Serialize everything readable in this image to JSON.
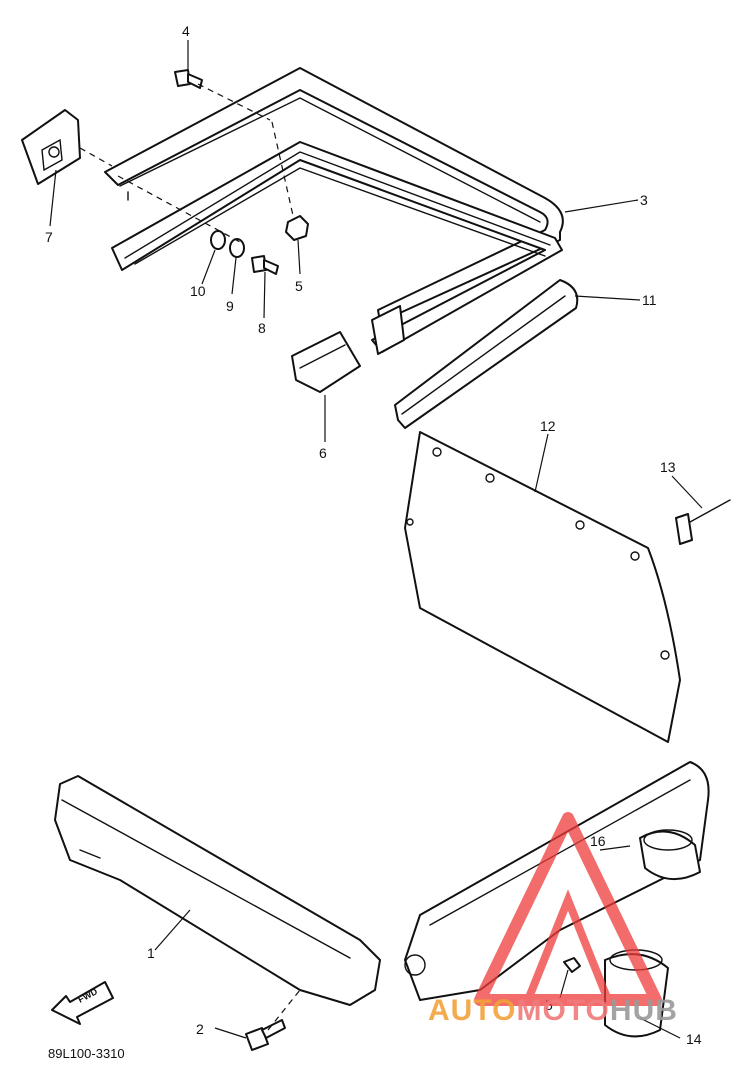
{
  "callouts": {
    "c1": "1",
    "c2": "2",
    "c3": "3",
    "c4": "4",
    "c5": "5",
    "c5b": "5",
    "c6": "6",
    "c7": "7",
    "c8": "8",
    "c9": "9",
    "c10": "10",
    "c11": "11",
    "c12": "12",
    "c13": "13",
    "c14": "14",
    "c16": "16"
  },
  "diagram_code": "89L100-3310",
  "fwd_label": "FWD",
  "watermark": {
    "part1": "AUTO",
    "part2": "MOTO",
    "part3": "HUB",
    "color_auto": "#f2a23a",
    "color_moto": "#f07a7a",
    "color_hub": "#9a9a9a",
    "logo_color": "#f03c3c"
  }
}
